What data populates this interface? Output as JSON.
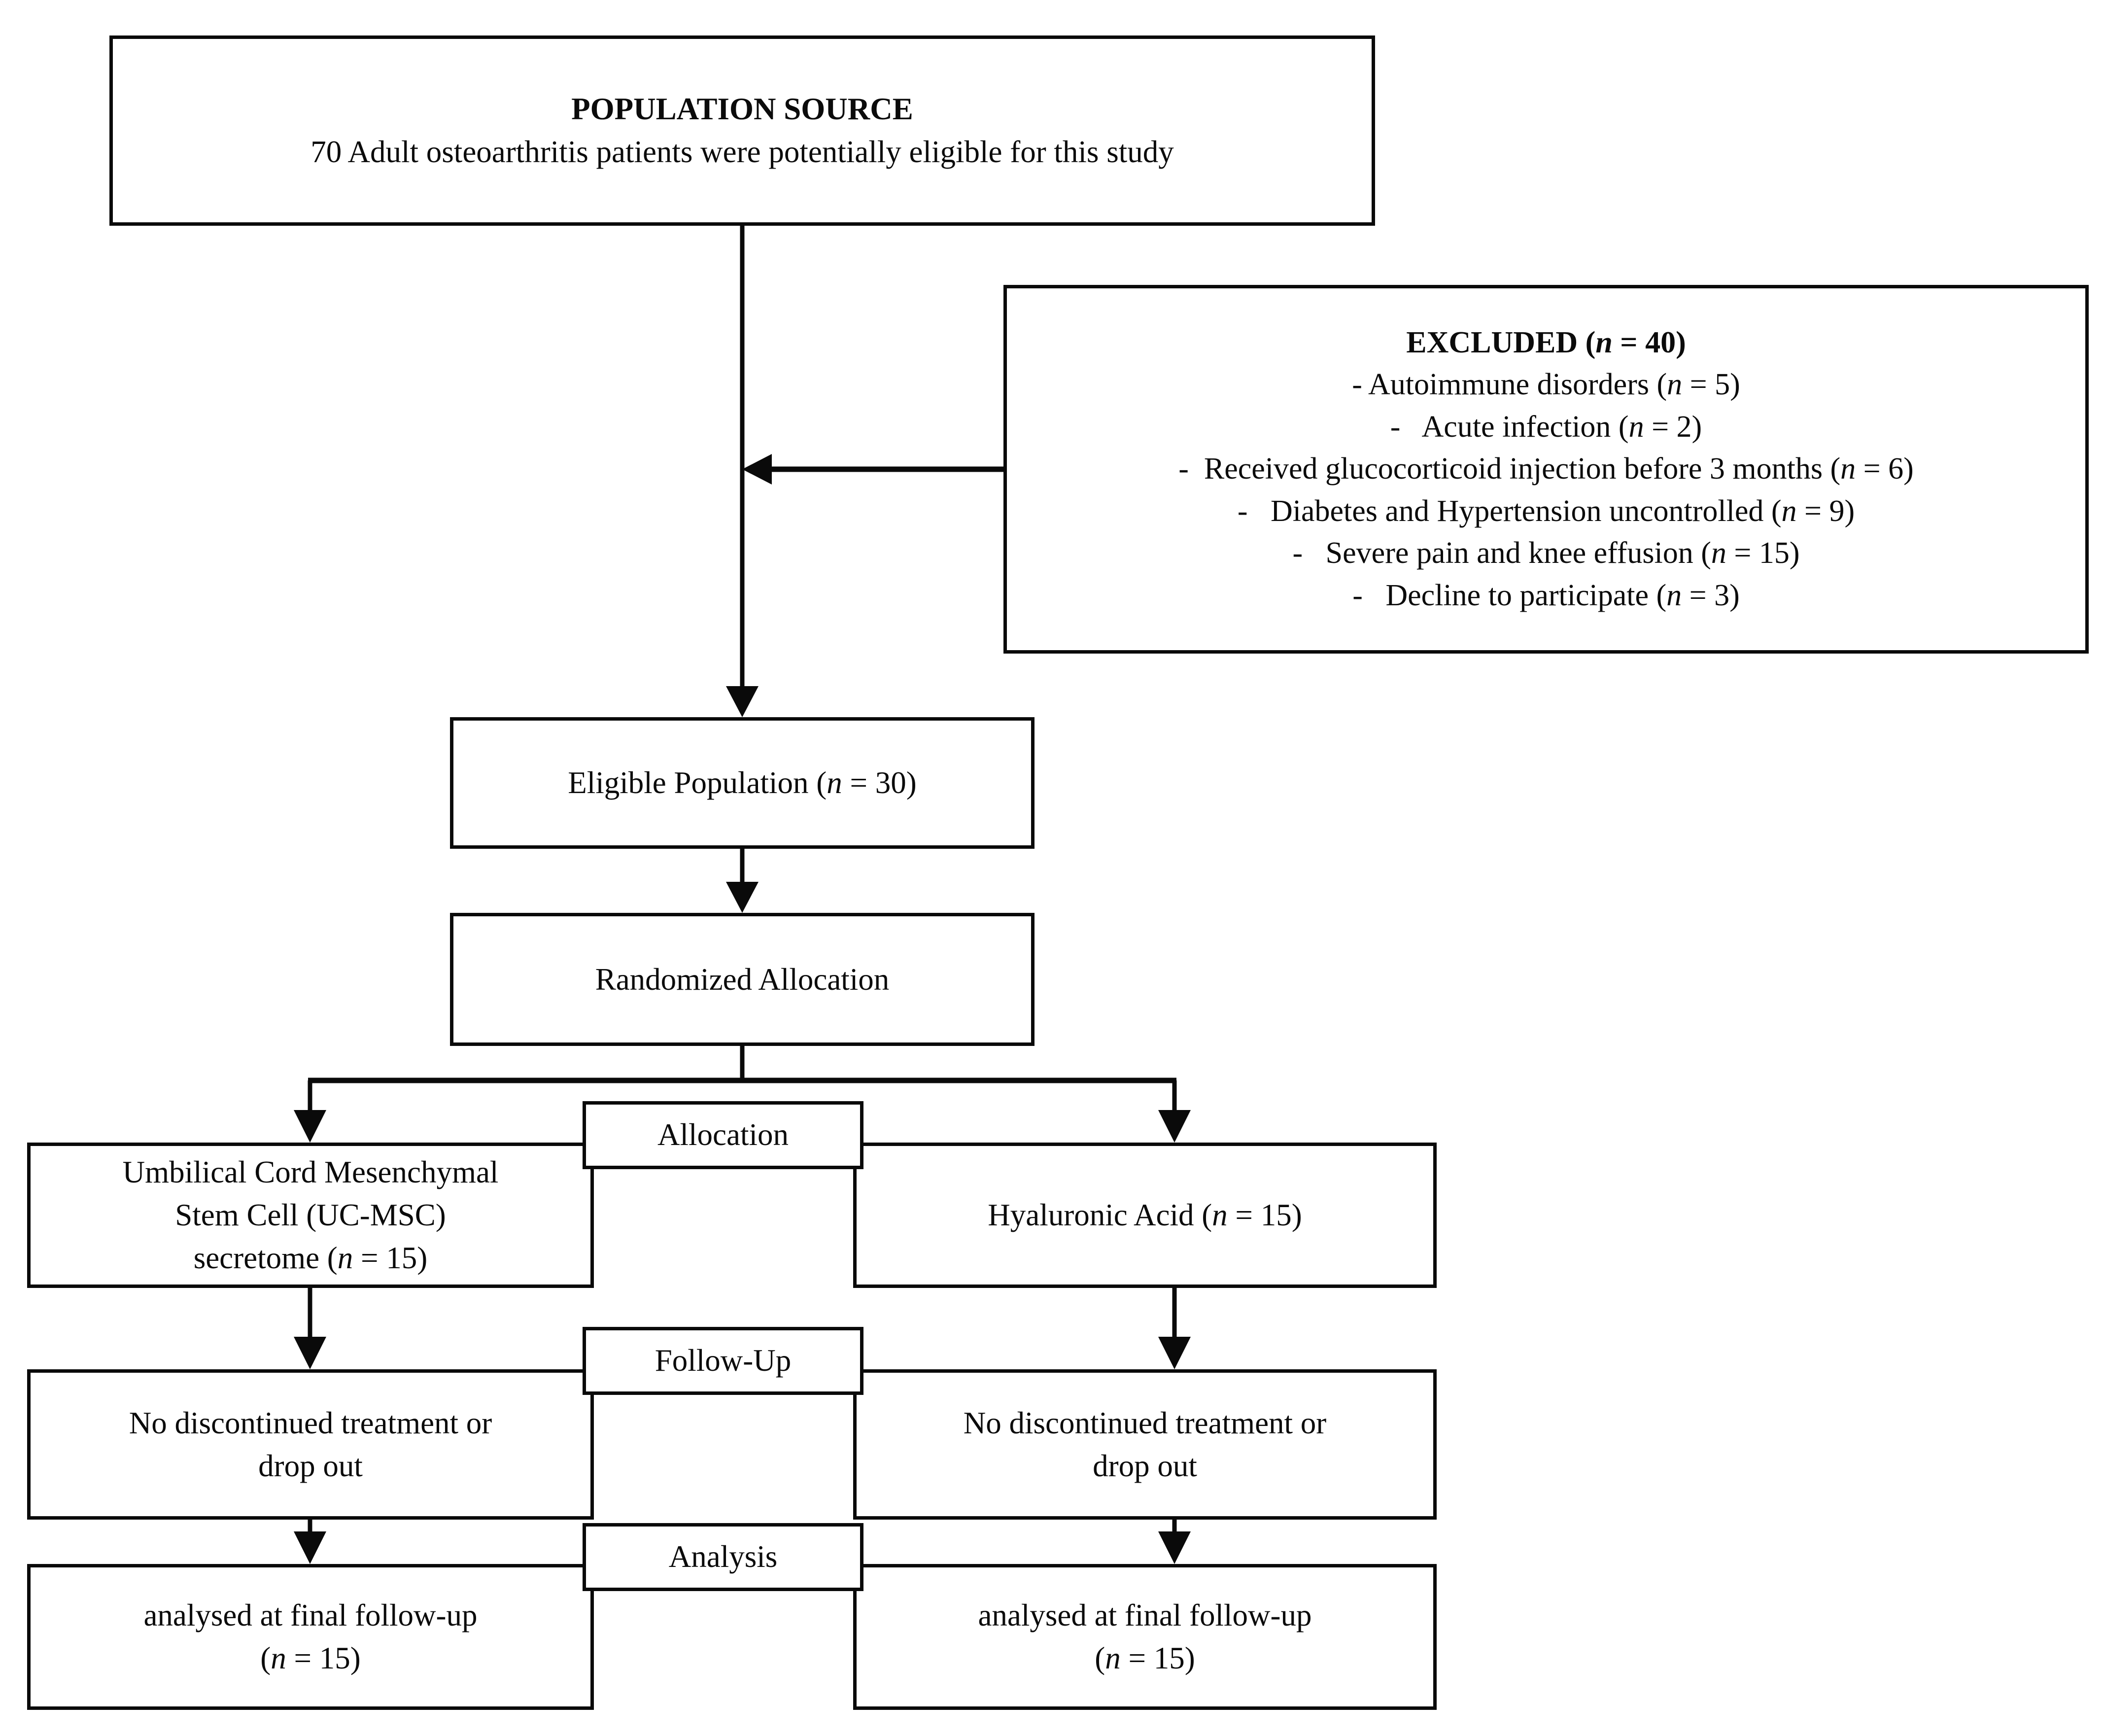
{
  "diagram": {
    "type": "consort-flow-diagram",
    "title_present": false,
    "colors": {
      "line": "#0a0a0a",
      "text": "#0b0b0b",
      "background": "#ffffff"
    }
  },
  "nodes": {
    "population_source": {
      "heading": "POPULATION SOURCE",
      "body": "70 Adult osteoarthritis patients were potentially eligible for this study"
    },
    "excluded": {
      "heading_prefix": "EXCLUDED (",
      "heading_n": "n",
      "heading_suffix": " = 40)",
      "items": [
        {
          "dash": "-",
          "text": "Autoimmune disorders (",
          "n": "n",
          "value": " = 5)"
        },
        {
          "dash": "-",
          "text": "Acute infection (",
          "n": "n",
          "value": " = 2)"
        },
        {
          "dash": "-",
          "text": "Received glucocorticoid injection before 3 months (",
          "n": "n",
          "value": " = 6)"
        },
        {
          "dash": "-",
          "text": "Diabetes and Hypertension uncontrolled (",
          "n": "n",
          "value": " = 9)"
        },
        {
          "dash": "-",
          "text": "Severe pain and knee effusion (",
          "n": "n",
          "value": " = 15)"
        },
        {
          "dash": "-",
          "text": "Decline to participate (",
          "n": "n",
          "value": " = 3)"
        }
      ]
    },
    "eligible_population": {
      "text_prefix": "Eligible Population (",
      "n": "n",
      "text_suffix": " = 30)"
    },
    "randomized_allocation": {
      "text": "Randomized Allocation"
    },
    "arm_left_treatment": {
      "line1": "Umbilical Cord Mesenchymal",
      "line2": "Stem Cell (UC-MSC)",
      "line3_prefix": "secretome (",
      "n": "n",
      "line3_suffix": " = 15)"
    },
    "arm_right_treatment": {
      "text_prefix": "Hyaluronic Acid (",
      "n": "n",
      "text_suffix": " = 15)"
    },
    "followup_left": {
      "line1": "No discontinued treatment or",
      "line2": "drop out"
    },
    "followup_right": {
      "line1": "No discontinued treatment or",
      "line2": "drop out"
    },
    "analysis_left": {
      "line1": "analysed at final follow-up",
      "line2_prefix": "(",
      "n": "n",
      "line2_suffix": " = 15)"
    },
    "analysis_right": {
      "line1": "analysed at final follow-up",
      "line2_prefix": "(",
      "n": "n",
      "line2_suffix": " = 15)"
    }
  },
  "stage_labels": {
    "allocation": "Allocation",
    "followup": "Follow-Up",
    "analysis": "Analysis"
  },
  "connectors": [
    {
      "name": "population-to-eligible",
      "from": "population_source",
      "to": "eligible_population",
      "arrow": "down"
    },
    {
      "name": "excluded-to-trunk",
      "from": "excluded",
      "to": "population-trunk",
      "arrow": "left"
    },
    {
      "name": "eligible-to-randomized",
      "from": "eligible_population",
      "to": "randomized_allocation",
      "arrow": "down"
    },
    {
      "name": "randomized-split-left",
      "from": "randomized_allocation",
      "to": "arm_left_treatment",
      "arrow": "down"
    },
    {
      "name": "randomized-split-right",
      "from": "randomized_allocation",
      "to": "arm_right_treatment",
      "arrow": "down"
    },
    {
      "name": "left-arm-to-followup",
      "from": "arm_left_treatment",
      "to": "followup_left",
      "arrow": "down"
    },
    {
      "name": "right-arm-to-followup",
      "from": "arm_right_treatment",
      "to": "followup_right",
      "arrow": "down"
    },
    {
      "name": "left-followup-to-analysis",
      "from": "followup_left",
      "to": "analysis_left",
      "arrow": "down"
    },
    {
      "name": "right-followup-to-analysis",
      "from": "followup_right",
      "to": "analysis_right",
      "arrow": "down"
    }
  ]
}
